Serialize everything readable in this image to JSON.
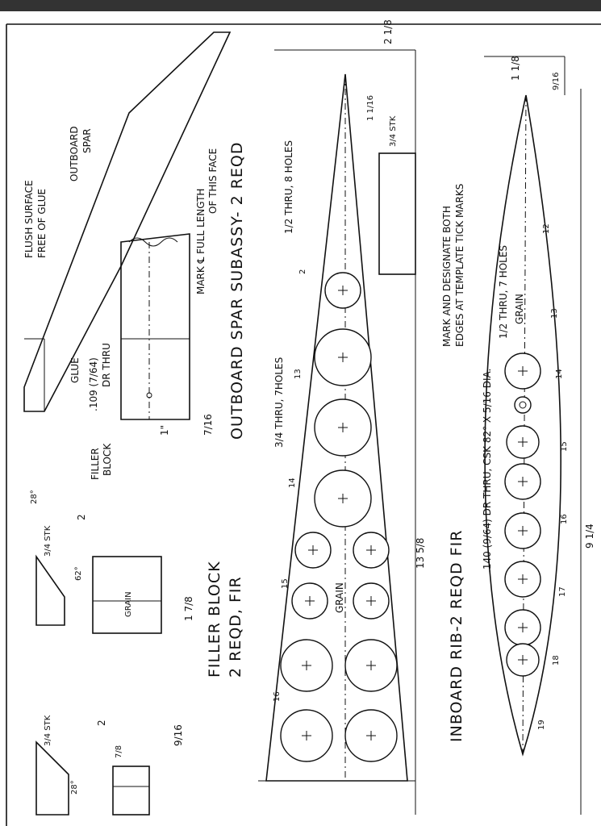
{
  "filler_detail": {
    "flush_surface": "FLUSH SURFACE",
    "free_of_glue": "FREE OF GLUE",
    "outboard": "OUTBOARD",
    "spar": "SPAR",
    "mark_cl": "MARK ℄ FULL LENGTH",
    "of_this_face": "OF THIS FACE",
    "glue": "GLUE",
    "drill": ".109 (7/64)",
    "dr_thru": "DR THRU",
    "filler": "FILLER",
    "block": "BLOCK",
    "dim_7_16": "7/16",
    "dim_1in": "1\""
  },
  "outboard_spar": {
    "title": "OUTBOARD SPAR SUBASSY- 2 REQD",
    "dim_width": "2 1/8",
    "dim_1_1_16": "1 1/16",
    "stk": "3/4 STK",
    "holes_half": "1/2 THRU, 8 HOLES",
    "holes_3_4": "3/4 THRU, 7HOLES",
    "grain": "GRAIN",
    "length": "13 5/8",
    "stations": [
      "2",
      "13",
      "14",
      "15",
      "16"
    ],
    "mark_note_1": "MARK AND DESIGNATE BOTH",
    "mark_note_2": "EDGES AT TEMPLATE TICK MARKS"
  },
  "inboard_rib": {
    "title": "INBOARD RIB-2 REQD FIR",
    "dim_1_1_8": "1 1/8",
    "dim_9_16": "9/16",
    "holes": "1/2 THRU, 7 HOLES",
    "drill": ".140 (9/64) DR THRU, CSK 82° X 5/16 DIA.",
    "grain": "GRAIN",
    "length": "9 1/4",
    "stations": [
      "12",
      "13",
      "14",
      "15",
      "16",
      "17",
      "18",
      "19"
    ]
  },
  "filler_block": {
    "title": "FILLER BLOCK",
    "subtitle": "2 REQD, FIR",
    "stk": "3/4 STK",
    "angle_28": "28°",
    "angle_62": "62°",
    "dim_2": "2",
    "grain": "GRAIN",
    "dim_1_7_8": "1 7/8"
  },
  "lower_left": {
    "stk": "3/4 STK",
    "angle": "28°",
    "dim_2": "2",
    "dim_7_8": "7/8",
    "dim_9_16": "9/16"
  }
}
